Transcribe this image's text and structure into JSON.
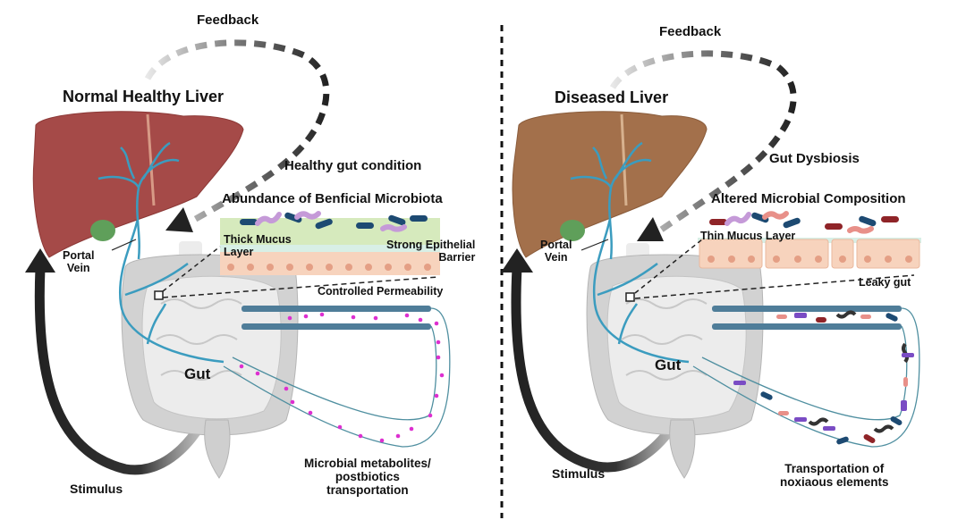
{
  "colors": {
    "healthy_liver": "#a54a48",
    "diseased_liver": "#a3704b",
    "portal_vein": "#3b9cbf",
    "gallbladder": "#5f9f5a",
    "mucus_thick": "#d6eabd",
    "epithelium": "#f7d3bd",
    "nucleus": "#e49f85",
    "beneficial_rod": "#1d4a72",
    "beneficial_spiral": "#c59ad8",
    "pathogen_red": "#8f2428",
    "pathogen_pink": "#e89089",
    "metabolite_dot": "#dd2fd0",
    "vessel_wall": "#4f7d99",
    "arrow": "#222222",
    "gut": "#d0d0d0"
  },
  "left_panel": {
    "feedback_label": "Feedback",
    "liver_title": "Normal Healthy Liver",
    "portal_vein_label": [
      "Portal",
      "Vein"
    ],
    "gut_condition_label": "Healthy gut condition",
    "microbiota_label": "Abundance of Benficial Microbiota",
    "mucus_label": [
      "Thick Mucus",
      "Layer"
    ],
    "barrier_label": [
      "Strong Epithelial",
      "Barrier"
    ],
    "permeability_label": "Controlled Permeability",
    "gut_label": "Gut",
    "stimulus_label": "Stimulus",
    "transport_label": [
      "Microbial metabolites/",
      "postbiotics",
      "transportation"
    ]
  },
  "right_panel": {
    "feedback_label": "Feedback",
    "liver_title": "Diseased Liver",
    "portal_vein_label": [
      "Portal",
      "Vein"
    ],
    "gut_condition_label": "Gut Dysbiosis",
    "microbiota_label": "Altered Microbial Composition",
    "mucus_label": "Thin Mucus Layer",
    "permeability_label": "Leaky gut",
    "gut_label": "Gut",
    "stimulus_label": "Stimulus",
    "transport_label": [
      "Transportation of",
      "noxiaous elements"
    ]
  }
}
